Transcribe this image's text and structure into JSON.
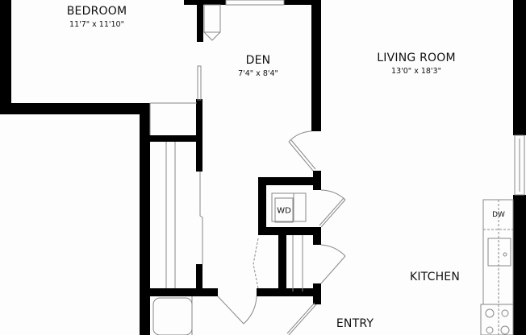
{
  "rooms": {
    "bedroom": {
      "name": "BEDROOM",
      "dims": "11'7\" x 11'10\""
    },
    "den": {
      "name": "DEN",
      "dims": "7'4\" x 8'4\""
    },
    "living_room": {
      "name": "LIVING ROOM",
      "dims": "13'0\" x 18'3\""
    },
    "kitchen": {
      "name": "KITCHEN"
    },
    "entry": {
      "name": "ENTRY"
    }
  },
  "appliances": {
    "washer_dryer": "WD",
    "dishwasher": "DW"
  },
  "colors": {
    "wall": "#000000",
    "fixture_line": "#888888",
    "background": "#fdfdfd"
  }
}
